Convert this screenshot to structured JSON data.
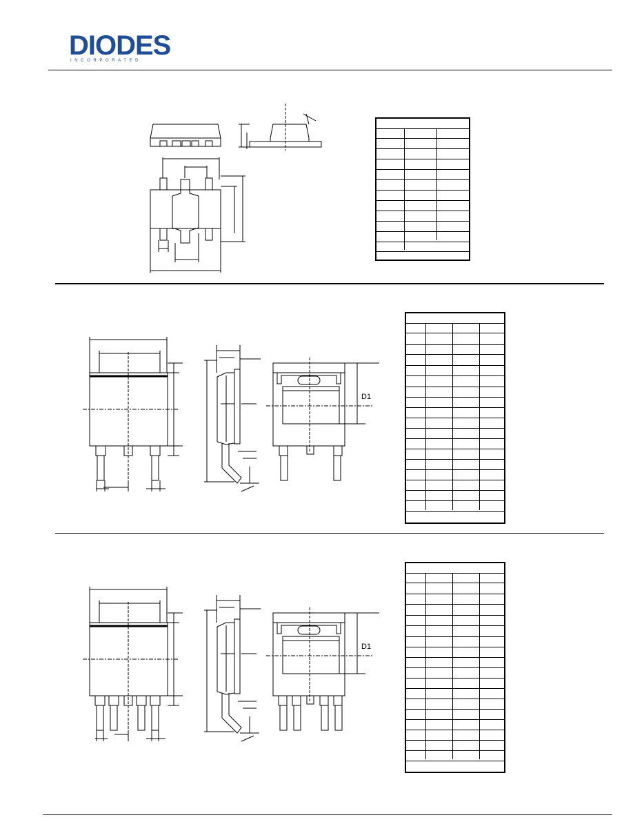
{
  "header": {
    "logo_text": "DIODES",
    "logo_subtext": "INCORPORATED"
  },
  "section2": {
    "dim_label": "D1"
  },
  "section3": {
    "dim_label": "D1"
  },
  "colors": {
    "logo_blue": "#1f4e96"
  }
}
